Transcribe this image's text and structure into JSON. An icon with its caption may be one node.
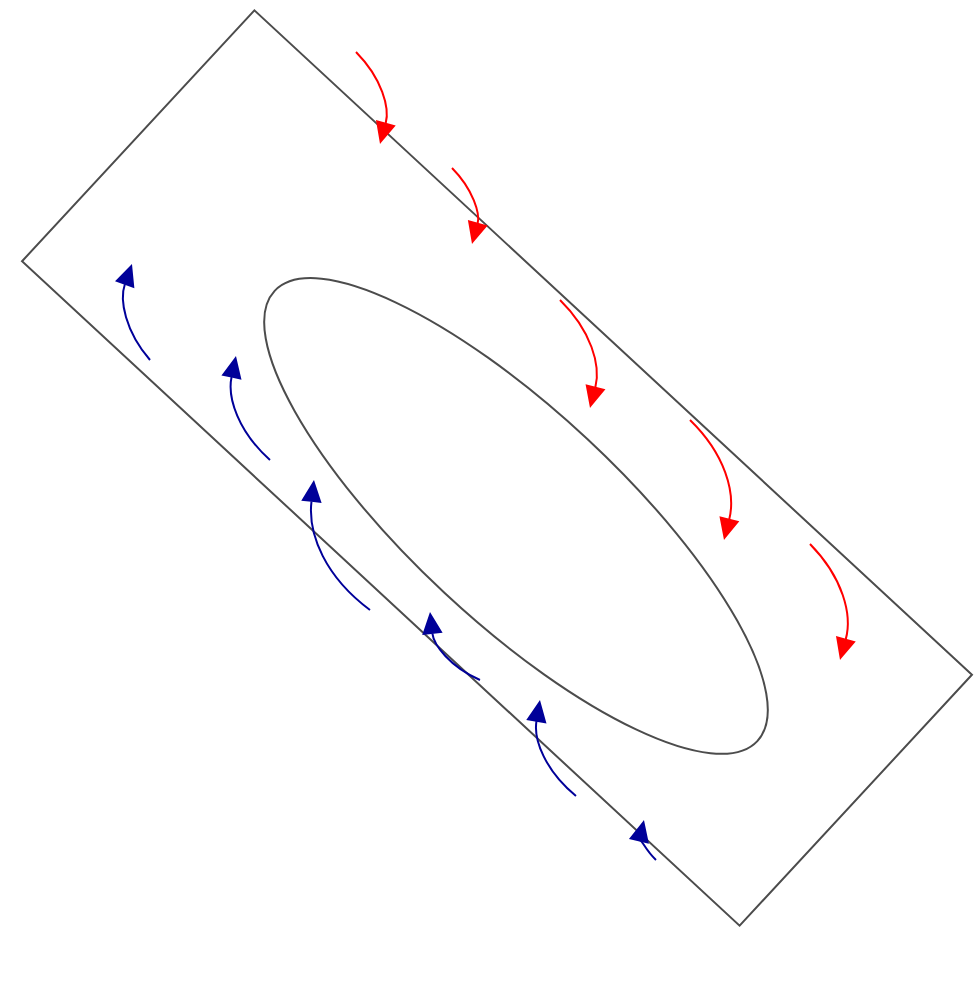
{
  "diagram": {
    "nodes": [
      {
        "text": [],
        "shape": "box"
      },
      {
        "text": [],
        "shape": "ellipse",
        "in": 0
      }
    ]
  }
}
